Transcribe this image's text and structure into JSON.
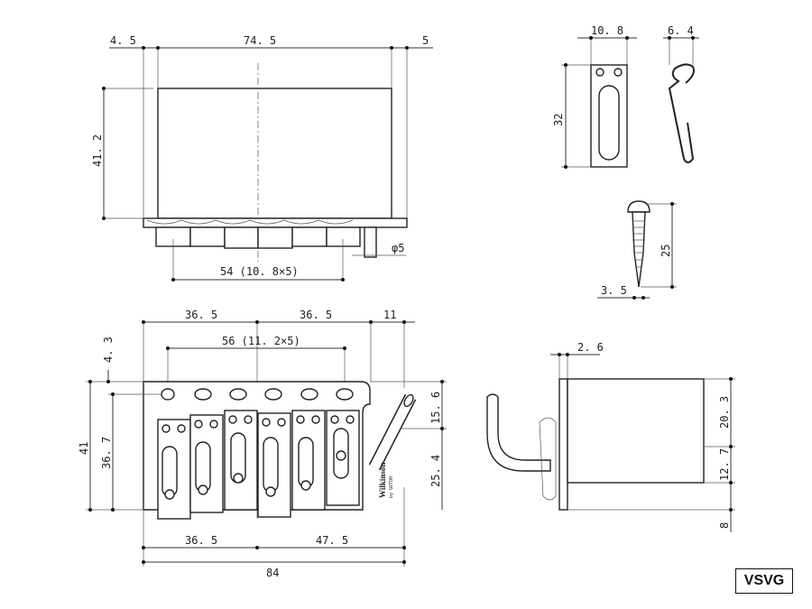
{
  "title_block": {
    "model": "VSVG"
  },
  "logo": {
    "brand": "Wilkinson",
    "sub": "by GOTOH"
  },
  "top_view": {
    "dims": {
      "left_offset": "4. 5",
      "width": "74. 5",
      "right_offset": "5",
      "height": "41. 2",
      "string_spacing": "54 (10. 8×5)",
      "post_dia": "φ5"
    }
  },
  "front_view": {
    "dims": {
      "half_left": "36. 5",
      "half_right": "36. 5",
      "arm_offset": "11",
      "hole_spacing": "56 (11. 2×5)",
      "top_margin": "4. 3",
      "total_height": "41",
      "inner_height": "36. 7",
      "upper_right": "15. 6",
      "lower_right": "25. 4",
      "bottom_left": "36. 5",
      "bottom_right": "47. 5",
      "total_width": "84"
    }
  },
  "claw": {
    "dims": {
      "width": "10. 8",
      "height": "32"
    }
  },
  "spring": {
    "dims": {
      "width": "6. 4"
    }
  },
  "screw": {
    "dims": {
      "length": "25",
      "diameter": "3. 5"
    }
  },
  "side_view": {
    "dims": {
      "plate": "2. 6",
      "upper": "20. 3",
      "middle": "12. 7",
      "lower": "8"
    }
  }
}
